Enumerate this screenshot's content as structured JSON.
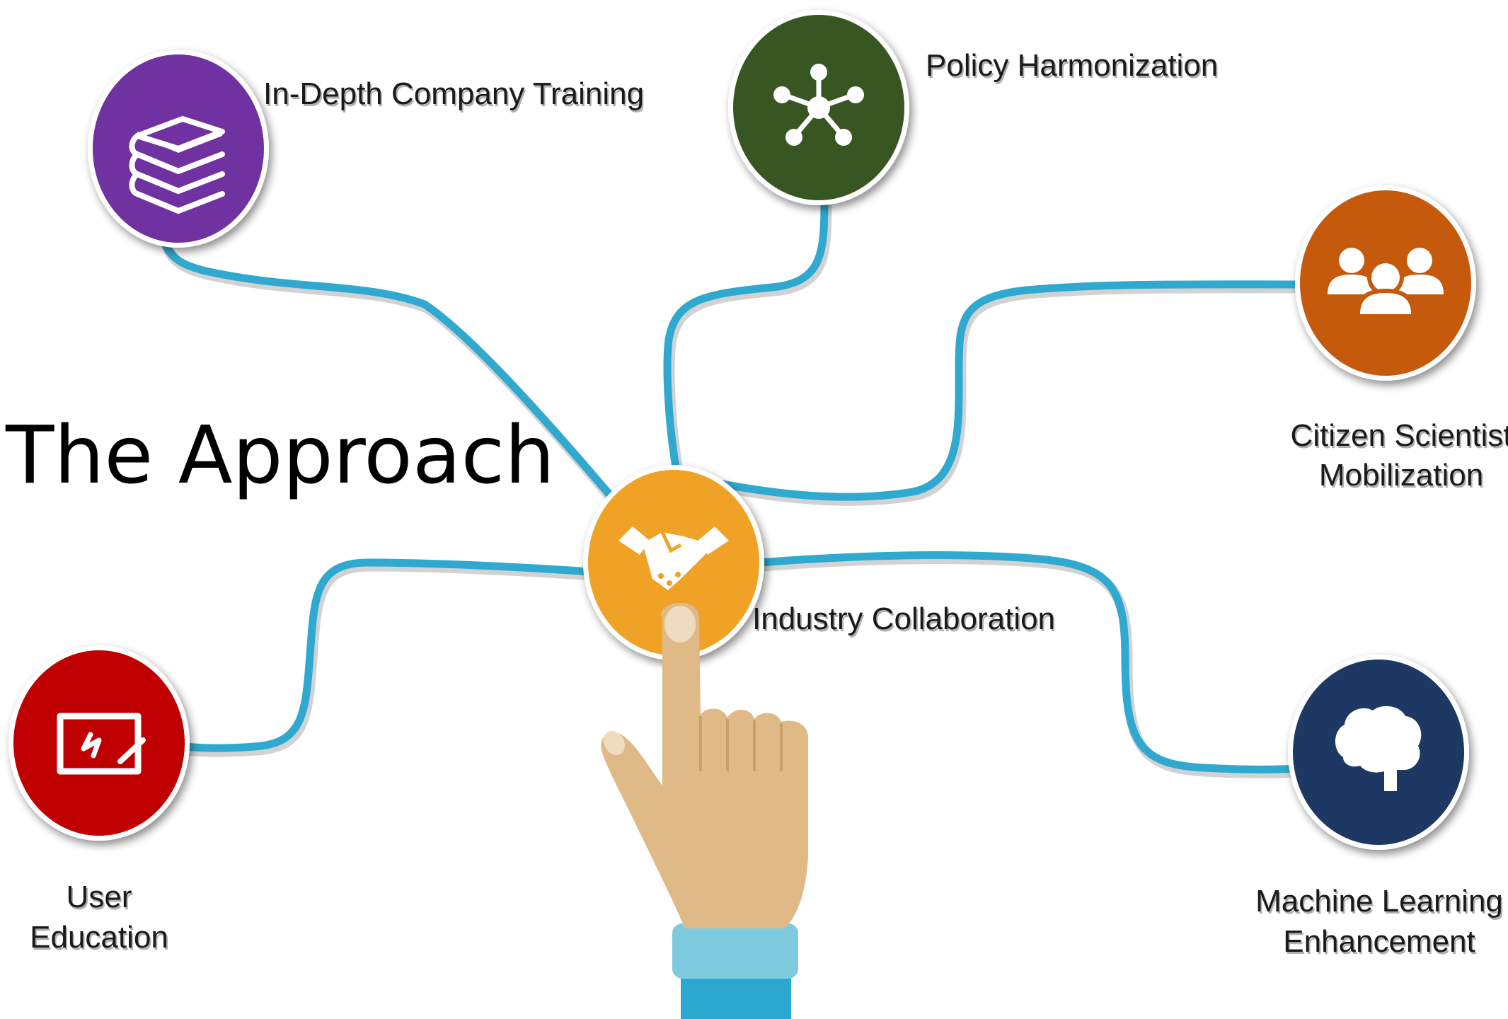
{
  "title": "The Approach",
  "nodes": {
    "training": {
      "label": "In-Depth Company Training",
      "color": "#7030a0",
      "icon": "books-icon"
    },
    "policy": {
      "label": "Policy Harmonization",
      "color": "#385723",
      "icon": "network-icon"
    },
    "citizen": {
      "label_line1": "Citizen Scientist",
      "label_line2": "Mobilization",
      "color": "#c55a11",
      "icon": "people-group-icon"
    },
    "industry": {
      "label": "Industry Collaboration",
      "color": "#f0a227",
      "icon": "handshake-icon"
    },
    "education": {
      "label_line1": "User",
      "label_line2": "Education",
      "color": "#c00000",
      "icon": "whiteboard-icon"
    },
    "ml": {
      "label_line1": "Machine Learning",
      "label_line2": "Enhancement",
      "color": "#1f3864",
      "icon": "brain-icon"
    }
  },
  "colors": {
    "connector": "#2fa9cf",
    "hand_skin": "#dfba86",
    "cuff": "#7ecbe0",
    "sleeve": "#2aa8cf"
  }
}
